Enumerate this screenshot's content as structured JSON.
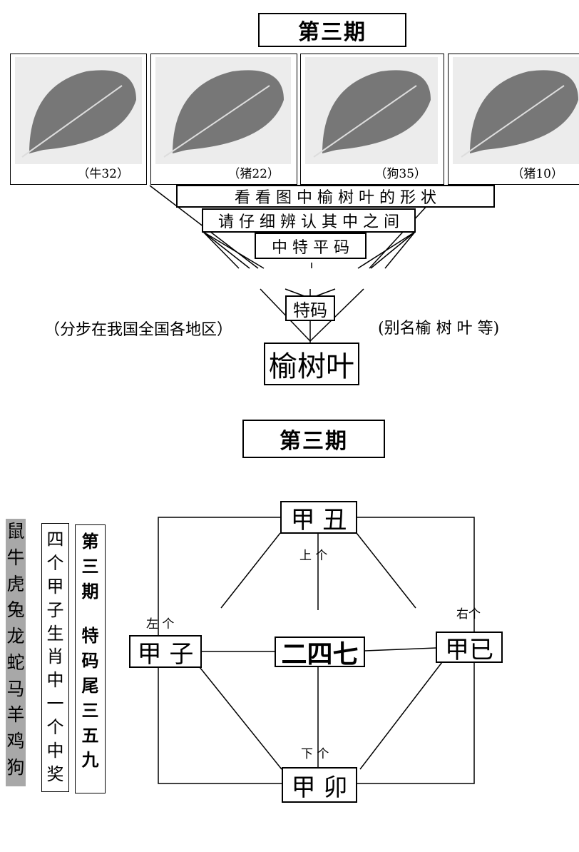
{
  "section1": {
    "title": "第三期",
    "leaves": [
      {
        "label": "（牛32）"
      },
      {
        "label": "（猪22）"
      },
      {
        "label": "（狗35）"
      },
      {
        "label": "（猪10）"
      }
    ],
    "line1": "看 看 图 中 榆 树 叶 的 形 状",
    "line2": "请 仔 细 辨 认 其 中 之 间",
    "line3": "中 特 平 码",
    "special_label": "特码",
    "left_note": "（分步在我国全国各地区）",
    "right_note": "(别名榆  树  叶  等)",
    "answer": "榆树叶"
  },
  "section2": {
    "title": "第三期",
    "zodiac_column": [
      "鼠",
      "牛",
      "虎",
      "兔",
      "龙",
      "蛇",
      "马",
      "羊",
      "鸡",
      "狗"
    ],
    "hint_column": [
      "四",
      "个",
      "甲",
      "子",
      "生",
      "肖",
      "中",
      "一",
      "个",
      "中",
      "奖"
    ],
    "tail_column": [
      "第",
      "三",
      "期",
      "",
      "特",
      "码",
      "尾",
      "三",
      "五",
      "九"
    ],
    "nodes": {
      "top": "甲 丑",
      "left": "甲 子",
      "center": "二四七",
      "right": "甲已",
      "bottom": "甲 卯"
    },
    "edge_labels": {
      "up": "上 个",
      "left": "左 个",
      "right": "右个",
      "down": "下  个"
    }
  }
}
